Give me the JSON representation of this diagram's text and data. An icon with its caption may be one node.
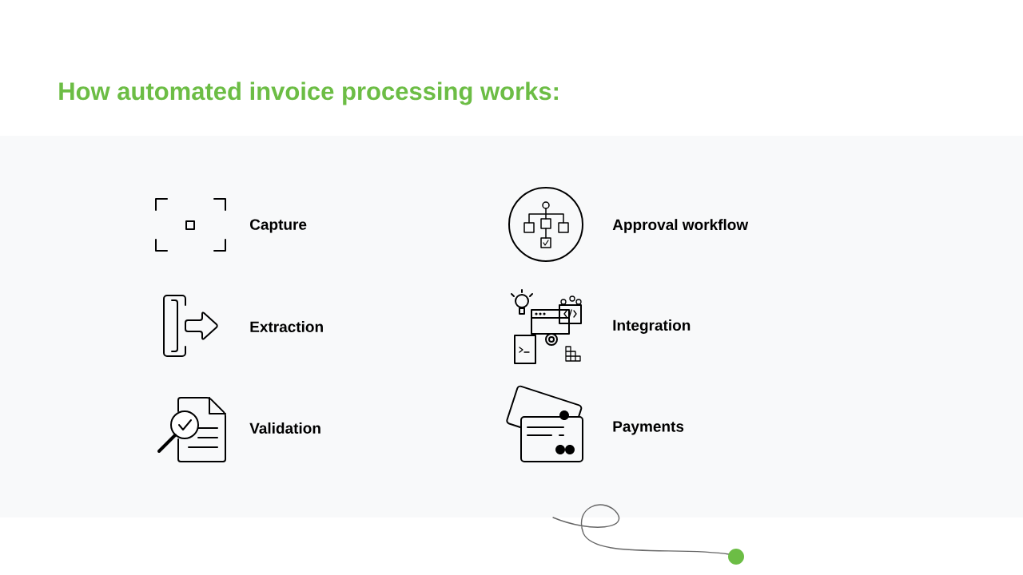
{
  "diagram": {
    "title": "How automated invoice processing works:",
    "labels": [
      "Capture",
      "Approval workflow",
      "Extraction",
      "Integration",
      "Validation",
      "Payments"
    ]
  }
}
